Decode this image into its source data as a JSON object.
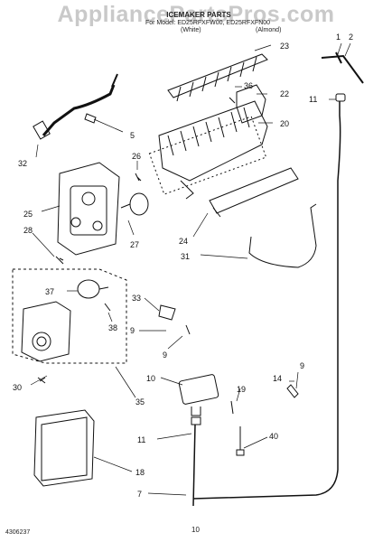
{
  "watermark": "AppliancePartsPros.com",
  "header": {
    "title": "ICEMAKER PARTS",
    "subtitle": "For Model: ED25RFXFW00, ED25RFXFN00",
    "variant_left": "(White)",
    "variant_right": "(Almond)"
  },
  "footer": {
    "doc_number": "4306237",
    "page_number": "10"
  },
  "callouts": {
    "c1": "1",
    "c2": "2",
    "c23": "23",
    "c36": "36",
    "c22": "22",
    "c20": "20",
    "c11a": "11",
    "c5": "5",
    "c32": "32",
    "c26": "26",
    "c25": "25",
    "c27": "27",
    "c28": "28",
    "c24": "24",
    "c31": "31",
    "c37": "37",
    "c33": "33",
    "c38": "38",
    "c9a": "9",
    "c9b": "9",
    "c30": "30",
    "c35": "35",
    "c10": "10",
    "c19": "19",
    "c14": "14",
    "c9c": "9",
    "c11b": "11",
    "c40": "40",
    "c18": "18",
    "c7": "7"
  }
}
